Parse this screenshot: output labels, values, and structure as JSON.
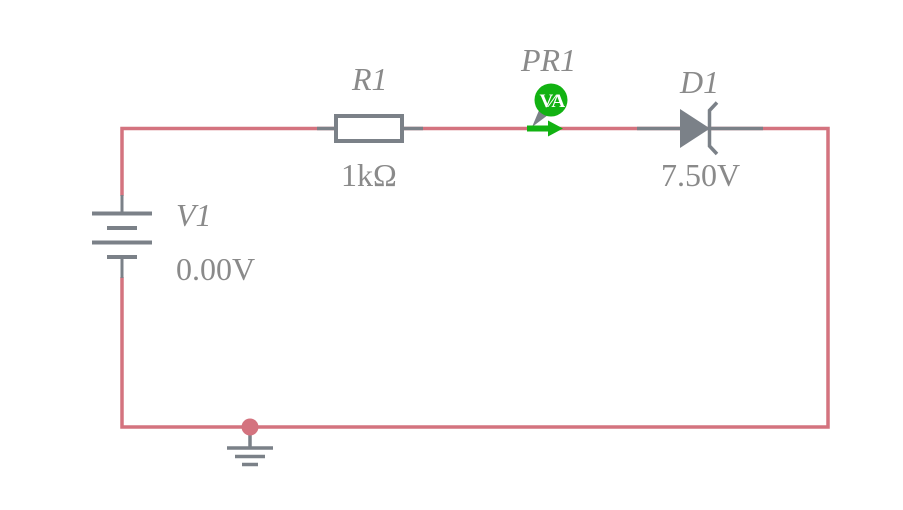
{
  "colors": {
    "wire": "#d4737f",
    "component": "#7b8188",
    "label": "#8a8a8a",
    "probe_green": "#12b212",
    "canvas_background": "#ffffff"
  },
  "components": {
    "v1": {
      "label": "V1",
      "value": "0.00V"
    },
    "r1": {
      "label": "R1",
      "value": "1kΩ"
    },
    "pr1": {
      "label": "PR1",
      "badge": "V∕A"
    },
    "d1": {
      "label": "D1",
      "value": "7.50V"
    }
  }
}
